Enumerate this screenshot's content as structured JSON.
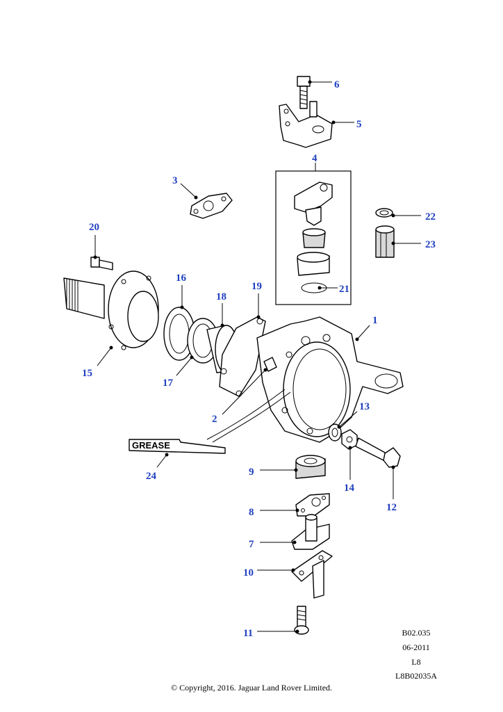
{
  "callouts": [
    {
      "label": "1"
    },
    {
      "label": "2"
    },
    {
      "label": "3"
    },
    {
      "label": "4"
    },
    {
      "label": "5"
    },
    {
      "label": "6"
    },
    {
      "label": "7"
    },
    {
      "label": "8"
    },
    {
      "label": "9"
    },
    {
      "label": "10"
    },
    {
      "label": "11"
    },
    {
      "label": "12"
    },
    {
      "label": "13"
    },
    {
      "label": "14"
    },
    {
      "label": "15"
    },
    {
      "label": "16"
    },
    {
      "label": "17"
    },
    {
      "label": "18"
    },
    {
      "label": "19"
    },
    {
      "label": "20"
    },
    {
      "label": "21"
    },
    {
      "label": "22"
    },
    {
      "label": "23"
    },
    {
      "label": "24"
    }
  ],
  "grease_label": "GREASE",
  "meta": {
    "ref": "B02.035",
    "date": "06-2011",
    "level": "L8",
    "code": "L8B02035A"
  },
  "copyright": "© Copyright, 2016. Jaguar Land Rover Limited.",
  "colors": {
    "callout": "#1f3fbf",
    "line": "#000000",
    "background": "#ffffff"
  }
}
